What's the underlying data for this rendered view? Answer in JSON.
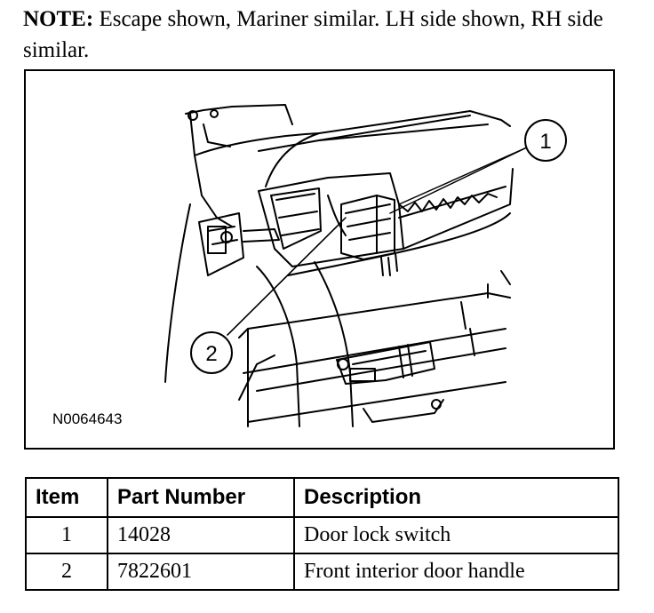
{
  "note": {
    "label": "NOTE:",
    "text": " Escape shown, Mariner similar. LH side shown, RH side similar."
  },
  "figure": {
    "id": "N0064643",
    "callouts": [
      "1",
      "2"
    ]
  },
  "table": {
    "headers": [
      "Item",
      "Part Number",
      "Description"
    ],
    "rows": [
      {
        "item": "1",
        "part": "14028",
        "desc": "Door lock switch"
      },
      {
        "item": "2",
        "part": "7822601",
        "desc": "Front interior door handle"
      }
    ]
  }
}
